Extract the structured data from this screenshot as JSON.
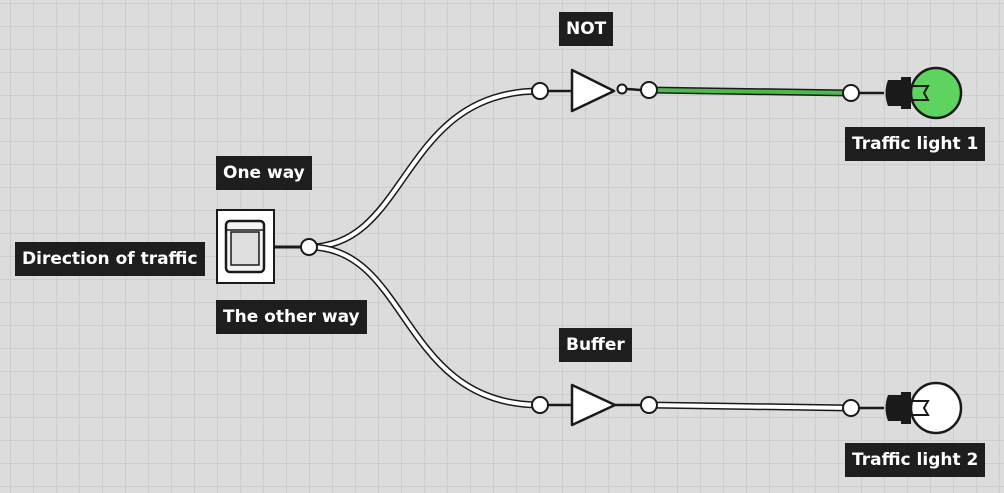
{
  "labels": {
    "not_gate": "NOT",
    "one_way": "One way",
    "direction_of_traffic": "Direction of traffic",
    "the_other_way": "The other way",
    "buffer_gate": "Buffer",
    "traffic_light_1": "Traffic light 1",
    "traffic_light_2": "Traffic light 2"
  },
  "state": {
    "switch_on": false,
    "traffic_light_1_lit": true,
    "traffic_light_2_lit": false
  },
  "colors": {
    "active_wire": "#4cbb4c",
    "lit_bulb": "#5fd35f",
    "unlit_bulb": "#ffffff",
    "label_background": "#1e1e1e"
  },
  "icons": {
    "switch": "toggle-switch-icon",
    "not_gate": "not-gate-icon",
    "buffer_gate": "buffer-gate-icon",
    "bulb": "light-bulb-icon"
  }
}
